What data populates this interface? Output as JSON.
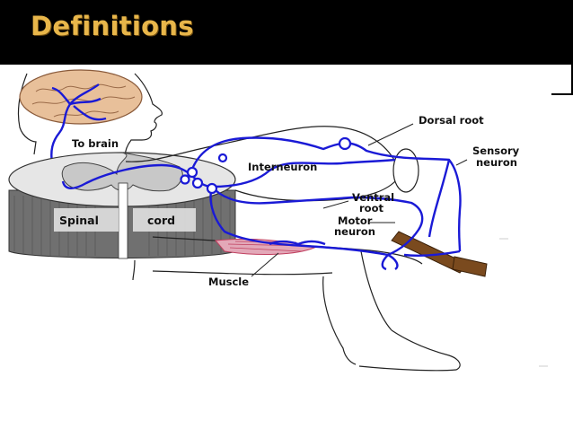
{
  "slide": {
    "title": "Definitions"
  },
  "labels": {
    "to_brain": "To brain",
    "interneuron": "Interneuron",
    "dorsal_root": "Dorsal root",
    "sensory_neuron_line1": "Sensory",
    "sensory_neuron_line2": "neuron",
    "ventral_root_line1": "Ventral",
    "ventral_root_line2": "root",
    "motor_neuron_line1": "Motor",
    "motor_neuron_line2": "neuron",
    "spinal": "Spinal",
    "cord": "cord",
    "muscle": "Muscle"
  },
  "colors": {
    "title": "#e8b64a",
    "nerve": "#1a1ad6",
    "brain": "#e8c09a",
    "cord_dark": "#707070",
    "cord_light": "#d6d6d6",
    "hammer": "#7a4a1e",
    "muscle": "#c04060"
  }
}
